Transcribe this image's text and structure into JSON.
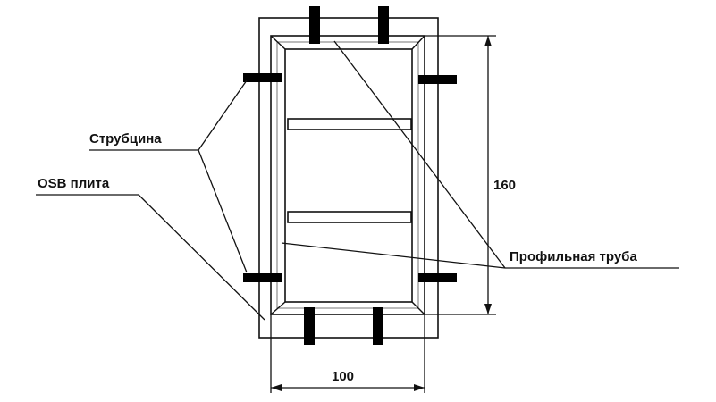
{
  "labels": {
    "clamp": "Струбцина",
    "osb": "OSB плита",
    "pipe": "Профильная труба"
  },
  "dimensions": {
    "height": "160",
    "width": "100"
  },
  "colors": {
    "line": "#111111",
    "clamp": "#000000",
    "background": "#ffffff"
  }
}
